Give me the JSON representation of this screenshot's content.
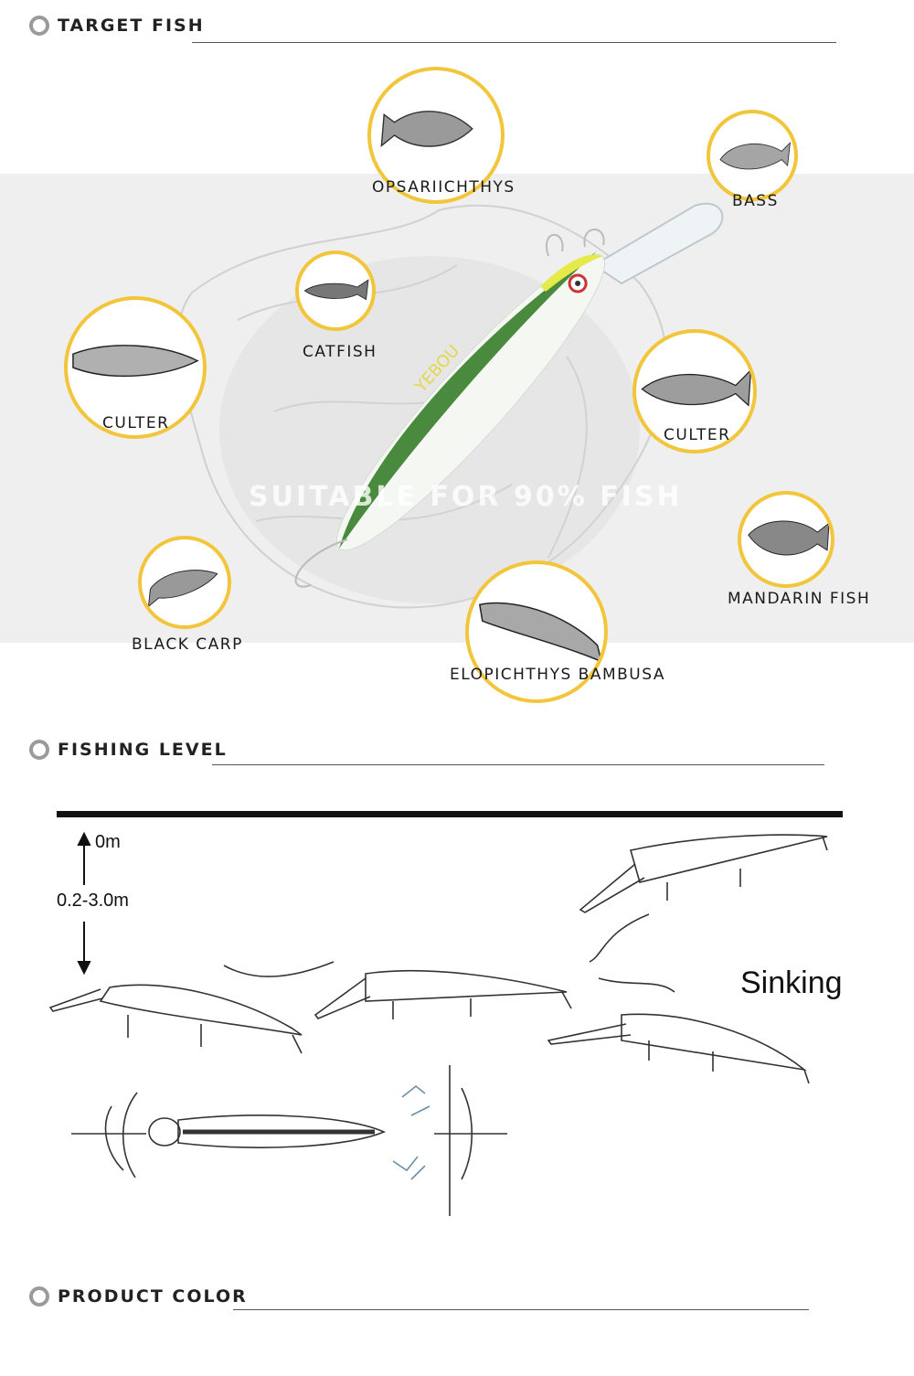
{
  "sections": {
    "target_fish": "TARGET FISH",
    "fishing_level": "FISHING LEVEL",
    "product_color": "PRODUCT COLOR"
  },
  "target_fish": {
    "fish": [
      {
        "name": "OPSARIICHTHYS"
      },
      {
        "name": "BASS"
      },
      {
        "name": "CATFISH"
      },
      {
        "name": "CULTER"
      },
      {
        "name": "CULTER"
      },
      {
        "name": "MANDARIN FISH"
      },
      {
        "name": "BLACK CARP"
      },
      {
        "name": "ELOPICHTHYS BAMBUSA"
      }
    ],
    "overlay_text": "SUITABLE FOR 90% FISH",
    "lure_brand": "YEBOU"
  },
  "fishing_level": {
    "surface_label": "0m",
    "depth_range": "0.2-3.0m",
    "action_label": "Sinking"
  },
  "colors": {
    "accent": "#f2c53a",
    "band": "#f0efef",
    "lure_green": "#4a8a3e"
  }
}
